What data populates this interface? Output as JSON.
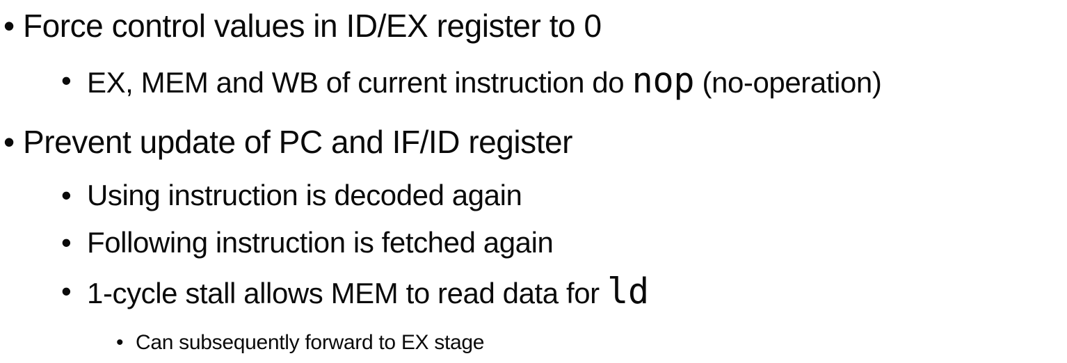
{
  "slide": {
    "bullet_char": "•",
    "colors": {
      "background": "#ffffff",
      "text": "#0a0a0a"
    },
    "bullets": [
      {
        "level": 1,
        "segments": [
          {
            "style": "normal",
            "text": "Force control values in ID/EX register to 0"
          }
        ]
      },
      {
        "level": 2,
        "segments": [
          {
            "style": "normal",
            "text": "EX, MEM and WB of current instruction do "
          },
          {
            "style": "mono",
            "text": "nop"
          },
          {
            "style": "normal",
            "text": " (no-operation)"
          }
        ]
      },
      {
        "level": 1,
        "segments": [
          {
            "style": "normal",
            "text": "Prevent update of PC and IF/ID register"
          }
        ]
      },
      {
        "level": 2,
        "segments": [
          {
            "style": "normal",
            "text": "Using instruction is decoded again"
          }
        ]
      },
      {
        "level": 2,
        "segments": [
          {
            "style": "normal",
            "text": "Following instruction is fetched again"
          }
        ]
      },
      {
        "level": 2,
        "segments": [
          {
            "style": "normal",
            "text": "1-cycle stall allows MEM to read data for "
          },
          {
            "style": "mono",
            "text": "ld"
          }
        ]
      },
      {
        "level": 3,
        "segments": [
          {
            "style": "normal",
            "text": "Can subsequently forward to EX stage"
          }
        ]
      }
    ]
  }
}
